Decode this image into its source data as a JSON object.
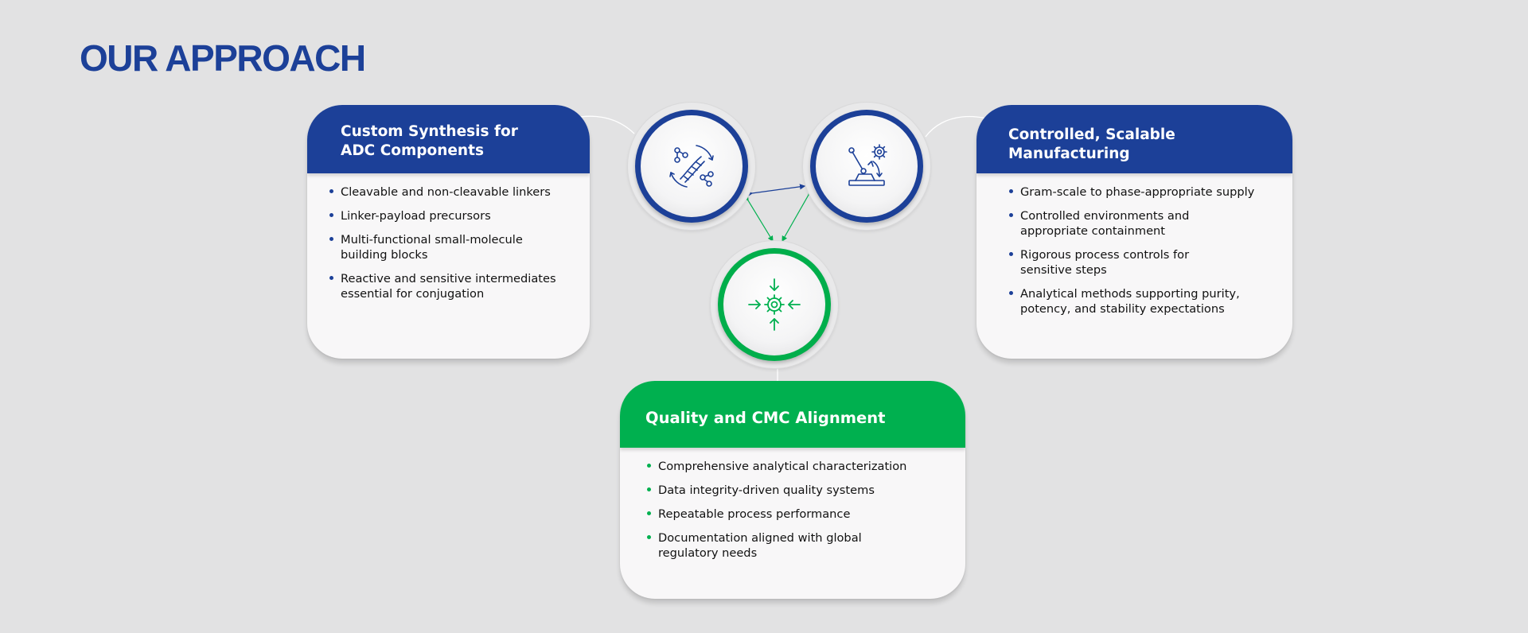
{
  "page": {
    "title": "OUR APPROACH"
  },
  "colors": {
    "brand_blue": "#1c4098",
    "brand_green": "#00b04f",
    "background": "#e2e2e3"
  },
  "nodes": {
    "synthesis": {
      "icon": "dna-molecule-cycle-icon"
    },
    "manufacturing": {
      "icon": "lever-gear-icon"
    },
    "quality": {
      "icon": "gear-converging-arrows-icon"
    }
  },
  "cards": {
    "synthesis": {
      "title_line1": "Custom Synthesis for",
      "title_line2": "ADC Components",
      "items": [
        [
          "Cleavable and non-cleavable linkers"
        ],
        [
          "Linker-payload precursors"
        ],
        [
          "Multi-functional small-molecule",
          "building blocks"
        ],
        [
          "Reactive and sensitive intermediates",
          "essential for conjugation"
        ]
      ]
    },
    "manufacturing": {
      "title_line1": "Controlled, Scalable",
      "title_line2": "Manufacturing",
      "items": [
        [
          "Gram-scale to phase-appropriate supply"
        ],
        [
          "Controlled environments and",
          "appropriate containment"
        ],
        [
          "Rigorous process controls for",
          "sensitive steps"
        ],
        [
          "Analytical methods supporting purity,",
          "potency, and stability expectations"
        ]
      ]
    },
    "quality": {
      "title": "Quality and CMC Alignment",
      "items": [
        [
          "Comprehensive analytical characterization"
        ],
        [
          "Data integrity-driven quality systems"
        ],
        [
          "Repeatable process performance"
        ],
        [
          "Documentation aligned with global",
          "regulatory needs"
        ]
      ]
    }
  }
}
